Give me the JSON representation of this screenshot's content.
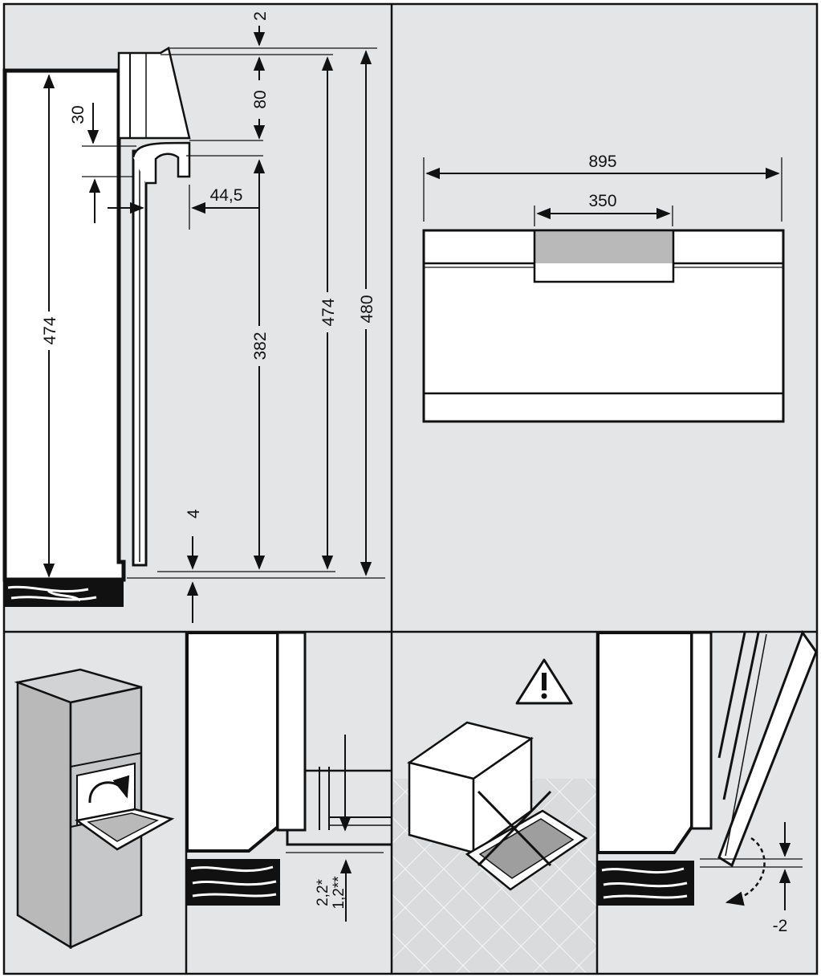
{
  "colors": {
    "panel_bg": "#e4e5e6",
    "line": "#111111",
    "appliance_gray": "#b9b9b9",
    "floor_tile": "#d8dadc"
  },
  "panel_top_left": {
    "dims": {
      "gap_top": "2",
      "trim_height": "80",
      "offset_30": "30",
      "depth_44_5": "44,5",
      "cabinet_height_left": "474",
      "door_height_382": "382",
      "height_474": "474",
      "height_480": "480",
      "gap_bottom": "4"
    }
  },
  "panel_top_right": {
    "dims": {
      "overall_width": "895",
      "handle_width": "350"
    }
  },
  "panel_bottom_mid_left": {
    "dims": {
      "clearance_1": "2,2*",
      "clearance_2": "1,2**"
    }
  },
  "panel_bottom_right": {
    "icons": [
      "warning-triangle-icon",
      "no-cross-icon"
    ],
    "dims": {
      "offset_neg2": "-2"
    }
  }
}
